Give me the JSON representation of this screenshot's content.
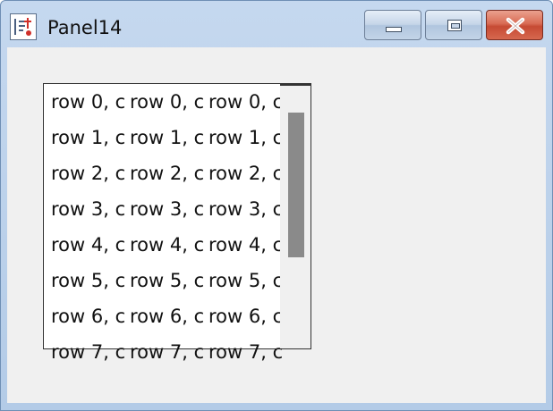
{
  "window": {
    "title": "Panel14",
    "icon": "app-table-icon",
    "controls": [
      "minimize-icon",
      "maximize-icon",
      "close-icon"
    ]
  },
  "table": {
    "rows": [
      [
        "row 0, c",
        "row 0, c",
        "row 0, c"
      ],
      [
        "row 1, c",
        "row 1, c",
        "row 1, c"
      ],
      [
        "row 2, c",
        "row 2, c",
        "row 2, c"
      ],
      [
        "row 3, c",
        "row 3, c",
        "row 3, c"
      ],
      [
        "row 4, c",
        "row 4, c",
        "row 4, c"
      ],
      [
        "row 5, c",
        "row 5, c",
        "row 5, c"
      ],
      [
        "row 6, c",
        "row 6, c",
        "row 6, c"
      ],
      [
        "row 7, c",
        "row 7, c",
        "row 7, c"
      ]
    ]
  },
  "colors": {
    "titlebar": "#b9cfe9",
    "close_button": "#c9513a",
    "client_bg": "#f0f0f0",
    "scroll_thumb": "#8a8a8a"
  }
}
